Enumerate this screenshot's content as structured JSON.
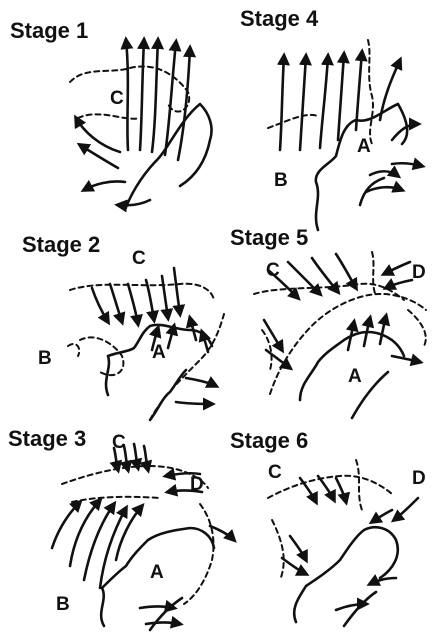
{
  "stages": [
    {
      "title": "Stage 1",
      "labels": {
        "c": "C"
      }
    },
    {
      "title": "Stage 4",
      "labels": {
        "a": "A",
        "b": "B"
      }
    },
    {
      "title": "Stage 2",
      "labels": {
        "a": "A",
        "b": "B",
        "c": "C"
      }
    },
    {
      "title": "Stage 5",
      "labels": {
        "a": "A",
        "c": "C",
        "d": "D"
      }
    },
    {
      "title": "Stage 3",
      "labels": {
        "a": "A",
        "b": "B",
        "c": "C",
        "d": "D"
      }
    },
    {
      "title": "Stage 6",
      "labels": {
        "c": "C",
        "d": "D"
      }
    }
  ],
  "colors": {
    "ink": "#111111",
    "background": "#ffffff"
  }
}
